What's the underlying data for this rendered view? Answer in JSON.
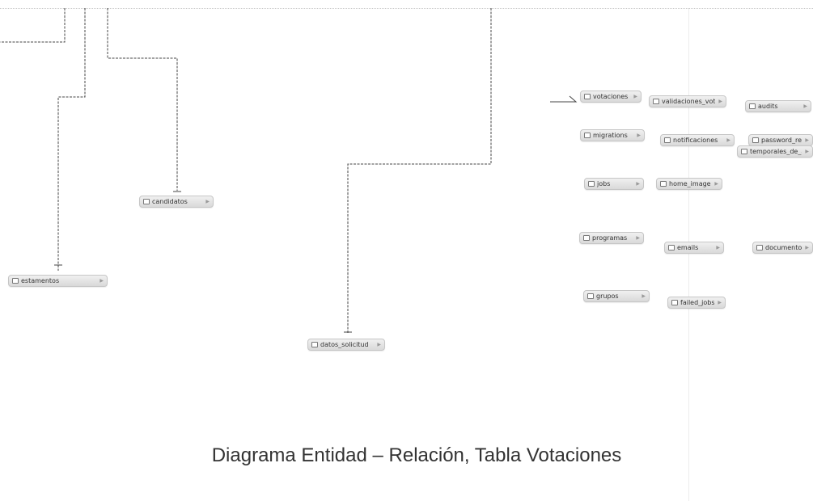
{
  "diagram": {
    "caption": "Diagrama Entidad – Relación, Tabla Votaciones",
    "arrow_glyph": "▶",
    "colors": {
      "line": "#444444",
      "entity_fill": "#e3e3e3",
      "entity_border": "#c6c6c6"
    },
    "entities": [
      {
        "name": "votaciones"
      },
      {
        "name": "validaciones_votacion"
      },
      {
        "name": "audits"
      },
      {
        "name": "migrations"
      },
      {
        "name": "notificaciones"
      },
      {
        "name": "password_resets"
      },
      {
        "name": "temporales_de_ayuda"
      },
      {
        "name": "jobs"
      },
      {
        "name": "home_images"
      },
      {
        "name": "programas"
      },
      {
        "name": "emails"
      },
      {
        "name": "documentos"
      },
      {
        "name": "grupos"
      },
      {
        "name": "failed_jobs"
      },
      {
        "name": "candidatos"
      },
      {
        "name": "estamentos"
      },
      {
        "name": "datos_solicitud"
      }
    ]
  }
}
